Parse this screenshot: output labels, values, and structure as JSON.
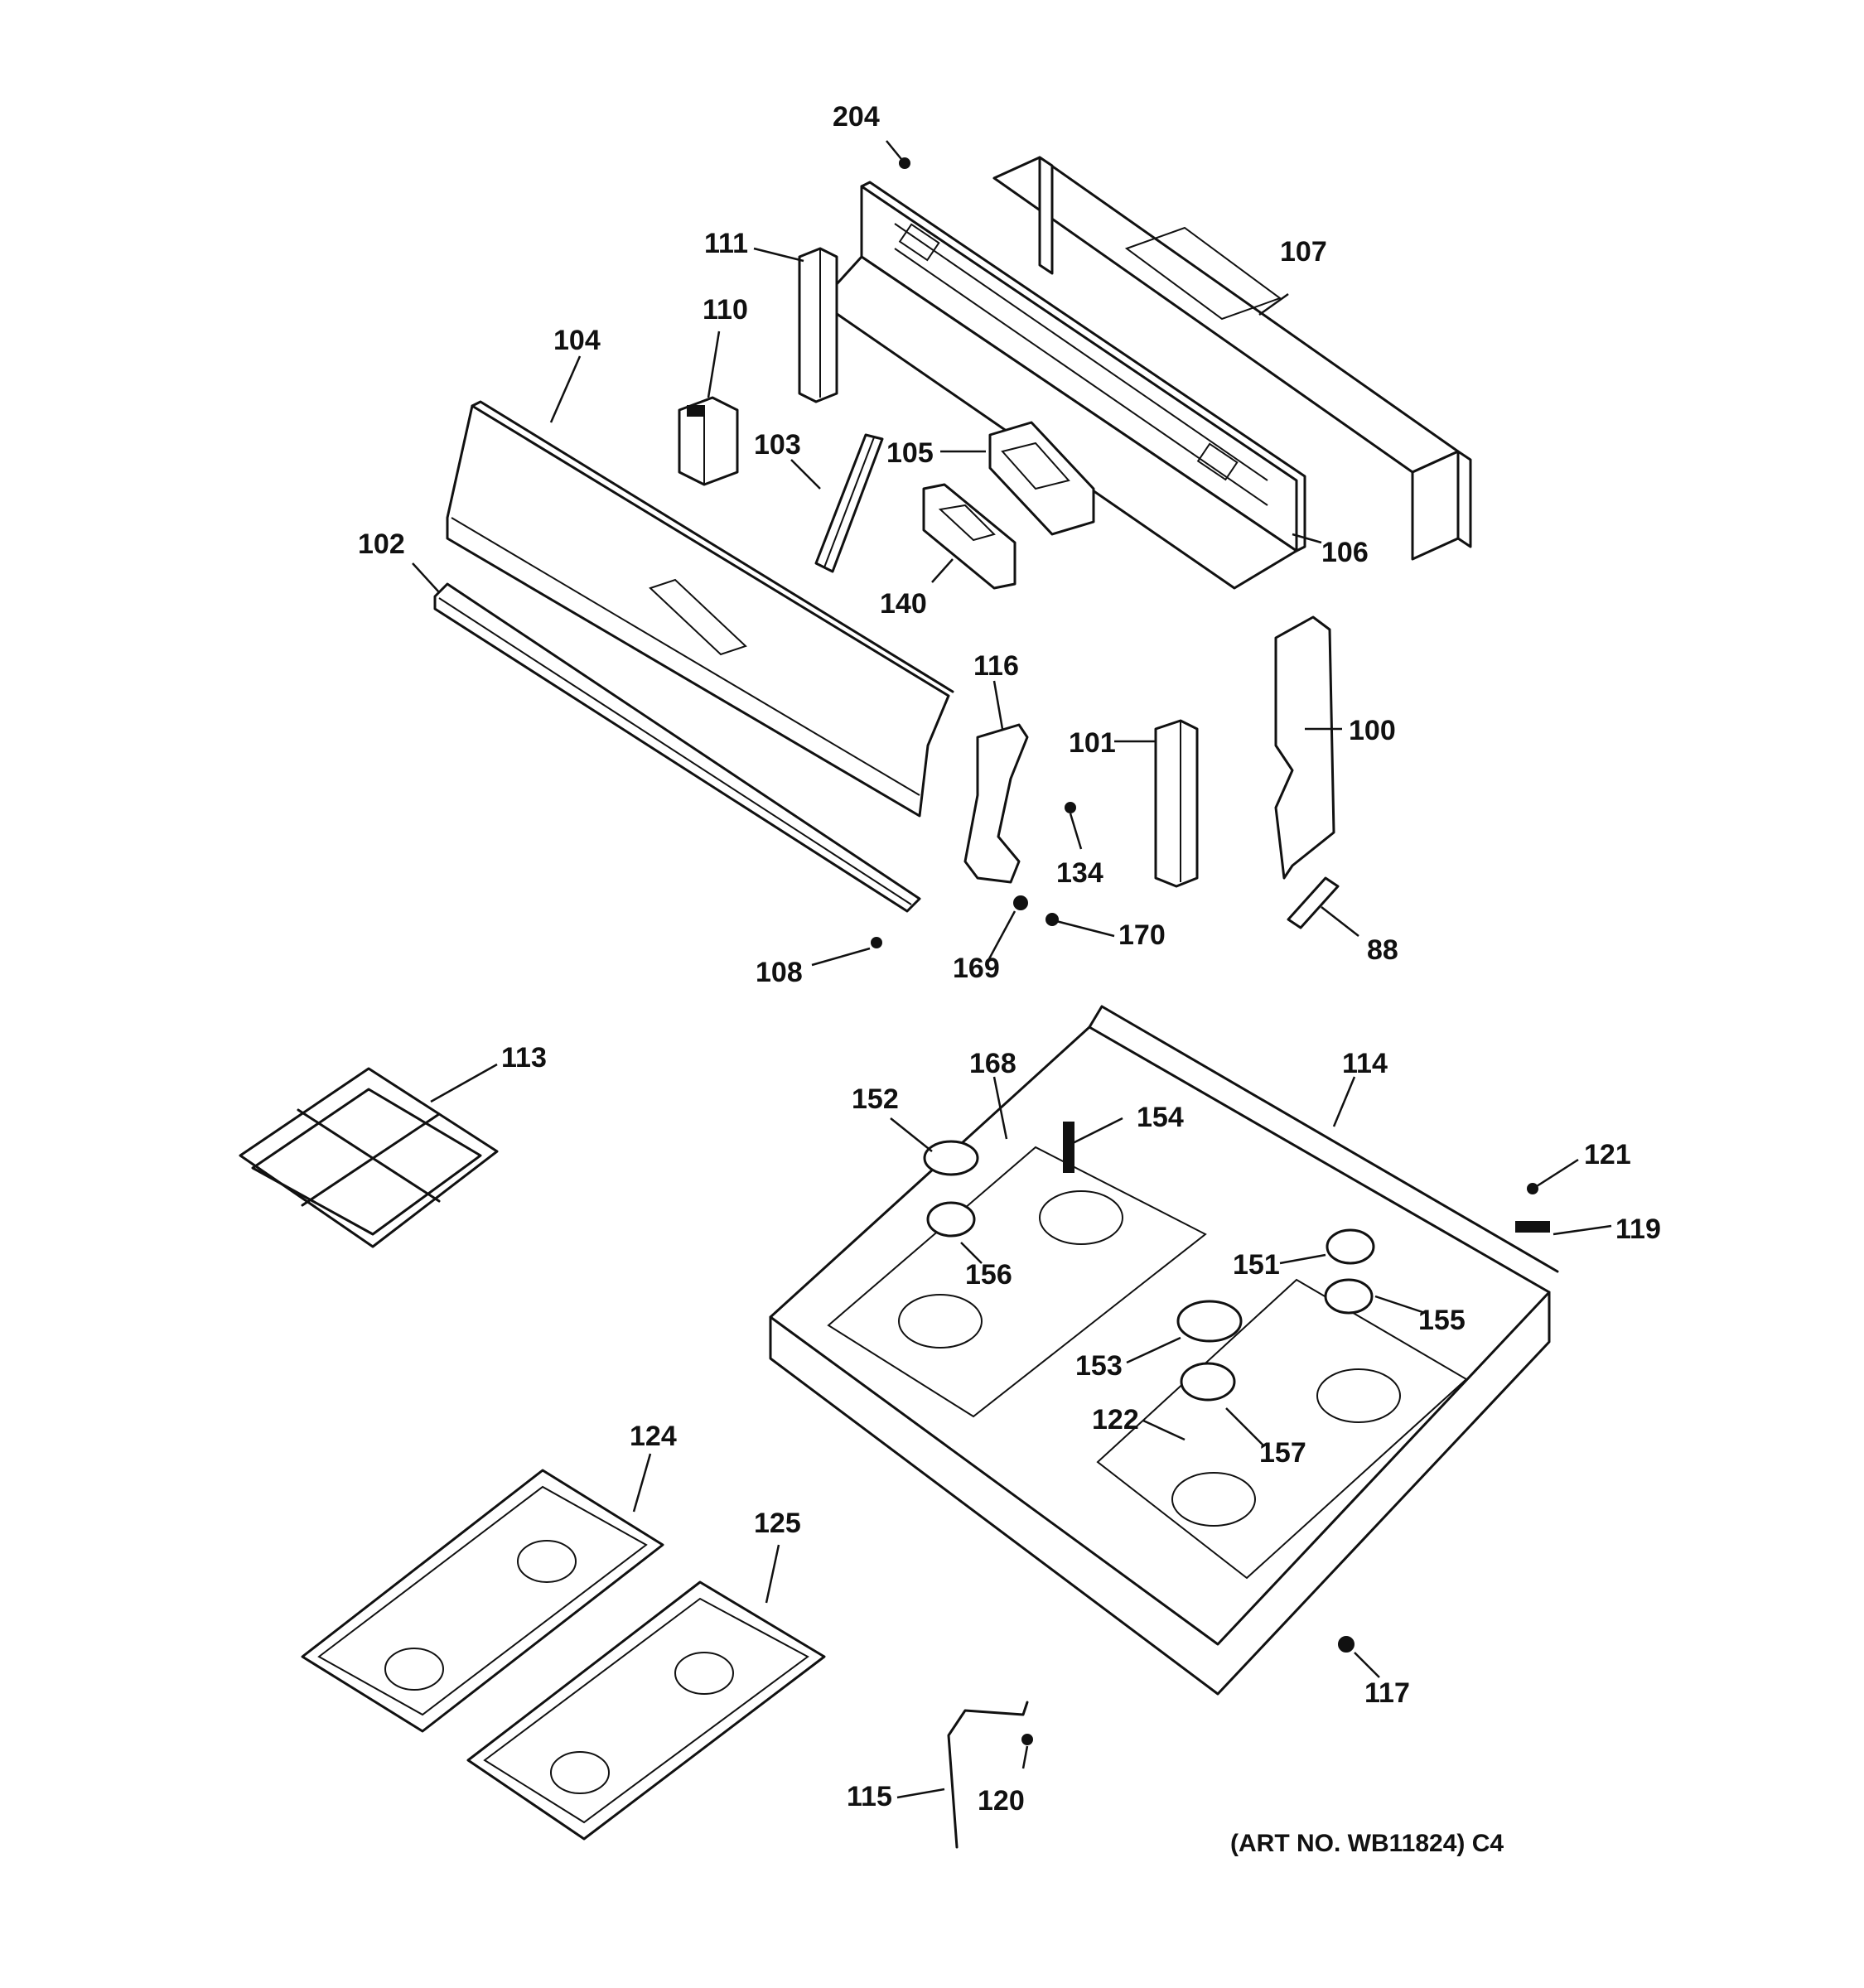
{
  "callouts": {
    "c204": "204",
    "c107": "107",
    "c111": "111",
    "c110": "110",
    "c104": "104",
    "c103": "103",
    "c105": "105",
    "c106": "106",
    "c102": "102",
    "c140": "140",
    "c116": "116",
    "c101": "101",
    "c100": "100",
    "c134": "134",
    "c170": "170",
    "c88": "88",
    "c108": "108",
    "c169": "169",
    "c113": "113",
    "c168": "168",
    "c114": "114",
    "c152": "152",
    "c154": "154",
    "c121": "121",
    "c119": "119",
    "c151": "151",
    "c156": "156",
    "c155": "155",
    "c153": "153",
    "c122": "122",
    "c157": "157",
    "c124": "124",
    "c125": "125",
    "c117": "117",
    "c115": "115",
    "c120": "120"
  },
  "art_number": "(ART NO. WB11824) C4"
}
